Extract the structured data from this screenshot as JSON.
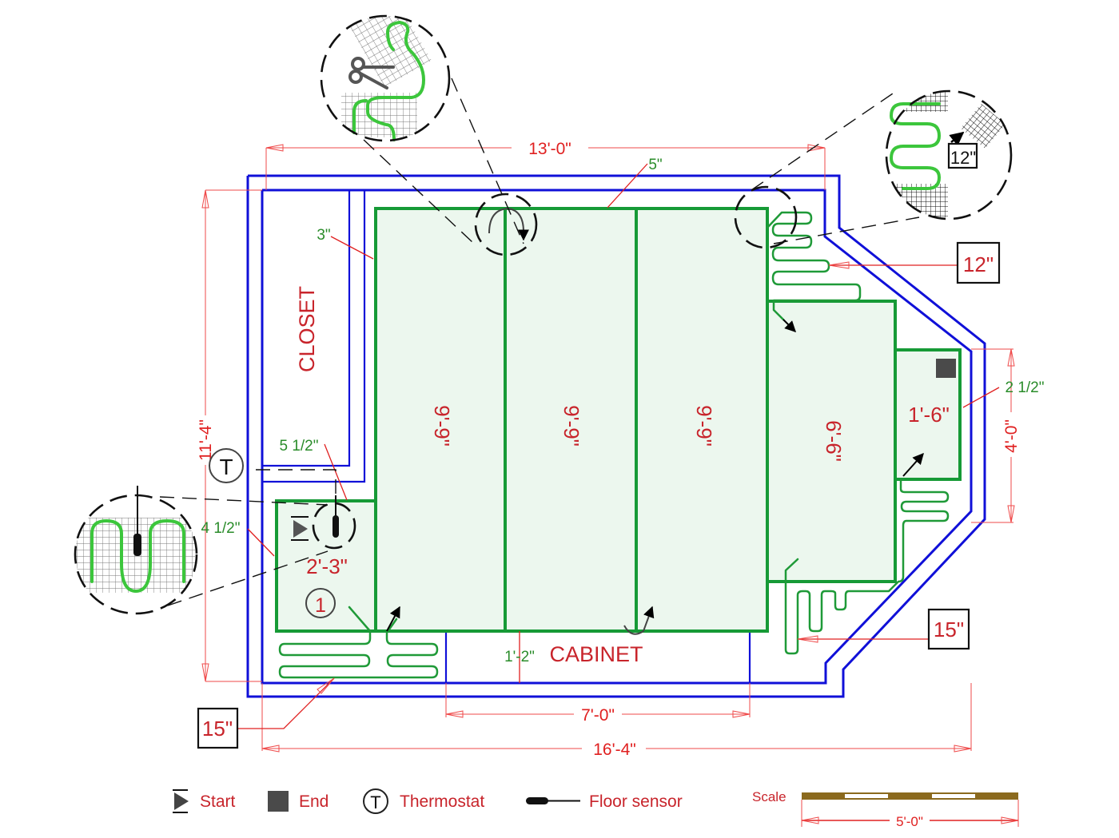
{
  "drawing": {
    "title": "Floor heating mat layout plan",
    "rooms": {
      "closet": "CLOSET",
      "cabinet": "CABINET"
    },
    "mat_lengths": [
      {
        "id": "mat-1",
        "label": "9'-9\""
      },
      {
        "id": "mat-2",
        "label": "9'-9\""
      },
      {
        "id": "mat-3",
        "label": "9'-9\""
      },
      {
        "id": "mat-4",
        "label": "6'-6\""
      },
      {
        "id": "mat-5",
        "label": "1'-6\""
      },
      {
        "id": "mat-start",
        "label": "2'-3\""
      }
    ],
    "overall_dimensions": {
      "top_width": "13'-0\"",
      "bottom_width": "16'-4\"",
      "left_height": "11'-4\"",
      "right_height": "4'-0\"",
      "cabinet_width": "7'-0\""
    },
    "clearances": {
      "top": "5\"",
      "closet_side": "3\"",
      "closet_bottom": "5 1/2\"",
      "start_left": "4 1/2\"",
      "right_small": "2 1/2\"",
      "cabinet": "1'-2\""
    },
    "spacing_callouts": {
      "right_upper": "12\"",
      "right_lower": "15\"",
      "bottom_left": "15\"",
      "detail_spacing": "12\""
    },
    "zone_number": "1",
    "thermostat_symbol": "T"
  },
  "legend": {
    "items": [
      {
        "icon": "start-icon",
        "label": "Start"
      },
      {
        "icon": "end-icon",
        "label": "End"
      },
      {
        "icon": "thermostat-icon",
        "label": "Thermostat"
      },
      {
        "icon": "floor-sensor-icon",
        "label": "Floor sensor"
      }
    ],
    "scale_label": "Scale",
    "scale_value": "5'-0\""
  },
  "colors": {
    "wall": "#1010d8",
    "mat": "#169a36",
    "mat_fill": "#ecf7ee",
    "dimension": "#ef4a4a",
    "text_red": "#c8242b",
    "text_green": "#2a8c2a",
    "scale_bar": "#8b6a1e"
  }
}
